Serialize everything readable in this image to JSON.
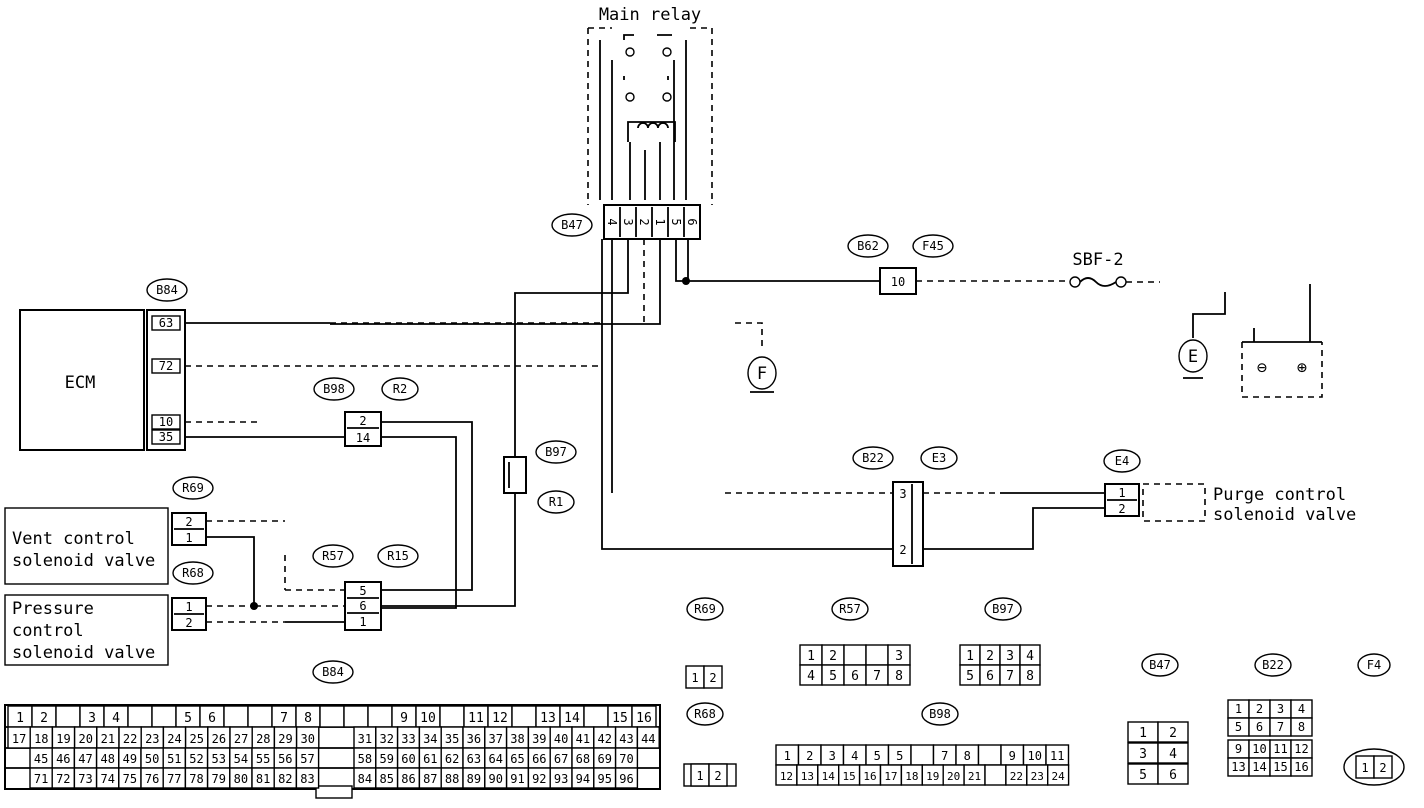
{
  "main_relay": {
    "title": "Main relay",
    "pins": [
      "4",
      "3",
      "2",
      "1",
      "5",
      "6"
    ]
  },
  "ecm": {
    "label": "ECM",
    "pins": [
      "63",
      "72",
      "10",
      "35"
    ]
  },
  "vent_valve": {
    "line1": "Vent control",
    "line2": "solenoid valve",
    "pins": [
      "2",
      "1"
    ]
  },
  "pressure_valve": {
    "line1": "Pressure",
    "line2": "control",
    "line3": "solenoid valve",
    "pins": [
      "1",
      "2"
    ]
  },
  "purge_valve": {
    "line1": "Purge control",
    "line2": "solenoid valve",
    "pins": [
      "1",
      "2"
    ]
  },
  "b98_r2": {
    "pins": [
      "2",
      "14"
    ]
  },
  "r57_r15": {
    "pins": [
      "5",
      "6",
      "1"
    ]
  },
  "b22_e3": {
    "pins": [
      "3",
      "2"
    ]
  },
  "b62_f45": {
    "pin": "10"
  },
  "fuse": {
    "label": "SBF-2"
  },
  "grounds": {
    "f": "F",
    "e": "E"
  },
  "battery": {
    "minus": "⊖",
    "plus": "⊕"
  },
  "tags": {
    "b47": "B47",
    "b84": "B84",
    "b98": "B98",
    "r2": "R2",
    "b97": "B97",
    "r1": "R1",
    "r69": "R69",
    "r68": "R68",
    "r57": "R57",
    "r15": "R15",
    "b62": "B62",
    "f45": "F45",
    "b22": "B22",
    "e3": "E3",
    "e4": "E4"
  },
  "legend": {
    "b84": {
      "tag": "B84",
      "row1": [
        "1",
        "2",
        "",
        "3",
        "4",
        "",
        "",
        "5",
        "6",
        "",
        "",
        "7",
        "8",
        "",
        "",
        "",
        "9",
        "10",
        "",
        "11",
        "12",
        "",
        "13",
        "14",
        "",
        "15",
        "16"
      ],
      "row2_left": [
        "17",
        "18",
        "19",
        "20",
        "21",
        "22",
        "23",
        "24",
        "25",
        "26",
        "27",
        "28",
        "29",
        "30"
      ],
      "row2_right": [
        "31",
        "32",
        "33",
        "34",
        "35",
        "36",
        "37",
        "38",
        "39",
        "40",
        "41",
        "42",
        "43",
        "44"
      ],
      "row3_left": [
        "45",
        "46",
        "47",
        "48",
        "49",
        "50",
        "51",
        "52",
        "53",
        "54",
        "55",
        "56",
        "57"
      ],
      "row3_right": [
        "58",
        "59",
        "60",
        "61",
        "62",
        "63",
        "64",
        "65",
        "66",
        "67",
        "68",
        "69",
        "70"
      ],
      "row4_left": [
        "71",
        "72",
        "73",
        "74",
        "75",
        "76",
        "77",
        "78",
        "79",
        "80",
        "81",
        "82",
        "83"
      ],
      "row4_right": [
        "84",
        "85",
        "86",
        "87",
        "88",
        "89",
        "90",
        "91",
        "92",
        "93",
        "94",
        "95",
        "96"
      ]
    },
    "r69": {
      "tag": "R69",
      "pins": [
        "1",
        "2"
      ]
    },
    "r68": {
      "tag": "R68",
      "pins": [
        "1",
        "2"
      ]
    },
    "r57": {
      "tag": "R57",
      "row1": [
        "1",
        "2",
        "",
        "",
        "3"
      ],
      "row2": [
        "4",
        "5",
        "6",
        "7",
        "8"
      ]
    },
    "b97": {
      "tag": "B97",
      "row1": [
        "1",
        "2",
        "3",
        "4"
      ],
      "row2": [
        "5",
        "6",
        "7",
        "8"
      ]
    },
    "b98": {
      "tag": "B98",
      "row1": [
        "1",
        "2",
        "3",
        "4",
        "5",
        "5",
        "",
        "7",
        "8",
        "",
        "9",
        "10",
        "11"
      ],
      "row2": [
        "12",
        "13",
        "14",
        "15",
        "16",
        "17",
        "18",
        "19",
        "20",
        "21",
        "",
        "22",
        "23",
        "24"
      ]
    },
    "b47": {
      "tag": "B47",
      "row1": [
        "1",
        "2"
      ],
      "row2": [
        "3",
        "4"
      ],
      "row3": [
        "5",
        "6"
      ]
    },
    "b22": {
      "tag": "B22",
      "row1": [
        "1",
        "2",
        "3",
        "4"
      ],
      "row2": [
        "5",
        "6",
        "7",
        "8"
      ],
      "row3": [
        "9",
        "10",
        "11",
        "12"
      ],
      "row4": [
        "13",
        "14",
        "15",
        "16"
      ]
    },
    "f4": {
      "tag": "F4",
      "pins": [
        "1",
        "2"
      ]
    }
  }
}
